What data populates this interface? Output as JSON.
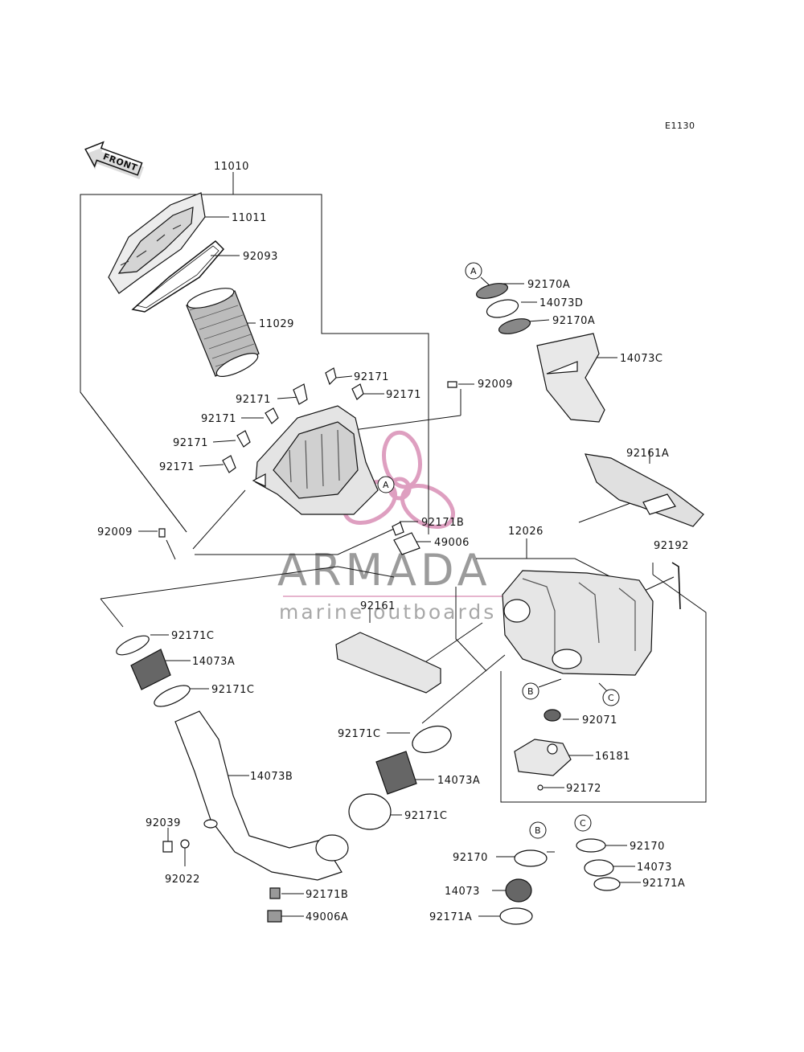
{
  "diagram": {
    "code": "E1130",
    "front_label": "FRONT",
    "watermark": {
      "brand": "ARMADA",
      "tagline": "marine outboards"
    },
    "part_labels": {
      "p11010": "11010",
      "p11011": "11011",
      "p92093": "92093",
      "p11029": "11029",
      "p92171_a": "92171",
      "p92171_b": "92171",
      "p92171_c": "92171",
      "p92171_d": "92171",
      "p92171_e": "92171",
      "p92171_f": "92171",
      "p92009_top": "92009",
      "p92009_left": "92009",
      "p92171B_top": "92171B",
      "p49006": "49006",
      "p92170A_top": "92170A",
      "p14073D": "14073D",
      "p92170A_bot": "92170A",
      "p14073C": "14073C",
      "p92161A": "92161A",
      "p12026": "12026",
      "p92192": "92192",
      "p92161": "92161",
      "p92171C_1": "92171C",
      "p14073A_1": "14073A",
      "p92171C_2": "92171C",
      "p92171C_3": "92171C",
      "p14073A_2": "14073A",
      "p92171C_4": "92171C",
      "p14073B": "14073B",
      "p92039": "92039",
      "p92022": "92022",
      "p92171B_bot": "92171B",
      "p49006A": "49006A",
      "p92071": "92071",
      "p16181": "16181",
      "p92172": "92172",
      "p92170_b": "92170",
      "p14073_b": "14073",
      "p92171A_b": "92171A",
      "p92170_c": "92170",
      "p14073_c": "14073",
      "p92171A_c": "92171A"
    },
    "callouts": {
      "A_top": "A",
      "A_mid": "A",
      "B_mid": "B",
      "C_mid": "C",
      "B_bot": "B",
      "C_bot": "C"
    }
  }
}
